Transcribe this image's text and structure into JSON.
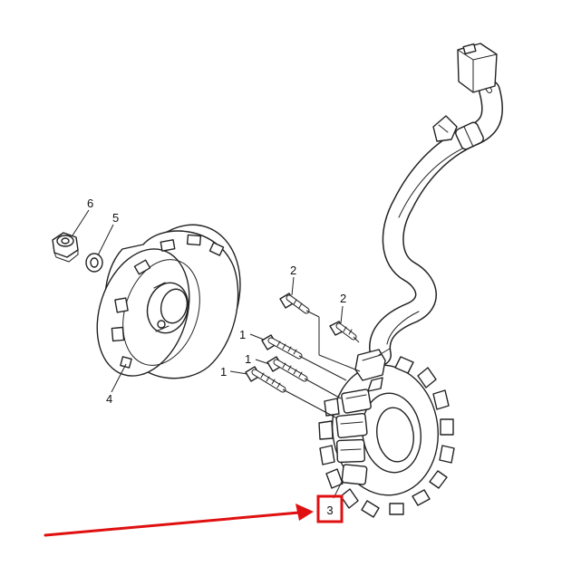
{
  "labels": {
    "bolt_long": "1",
    "bolt_short": "2",
    "stator": "3",
    "flywheel": "4",
    "washer": "5",
    "nut": "6"
  },
  "highlight": {
    "color": "#e01010"
  }
}
